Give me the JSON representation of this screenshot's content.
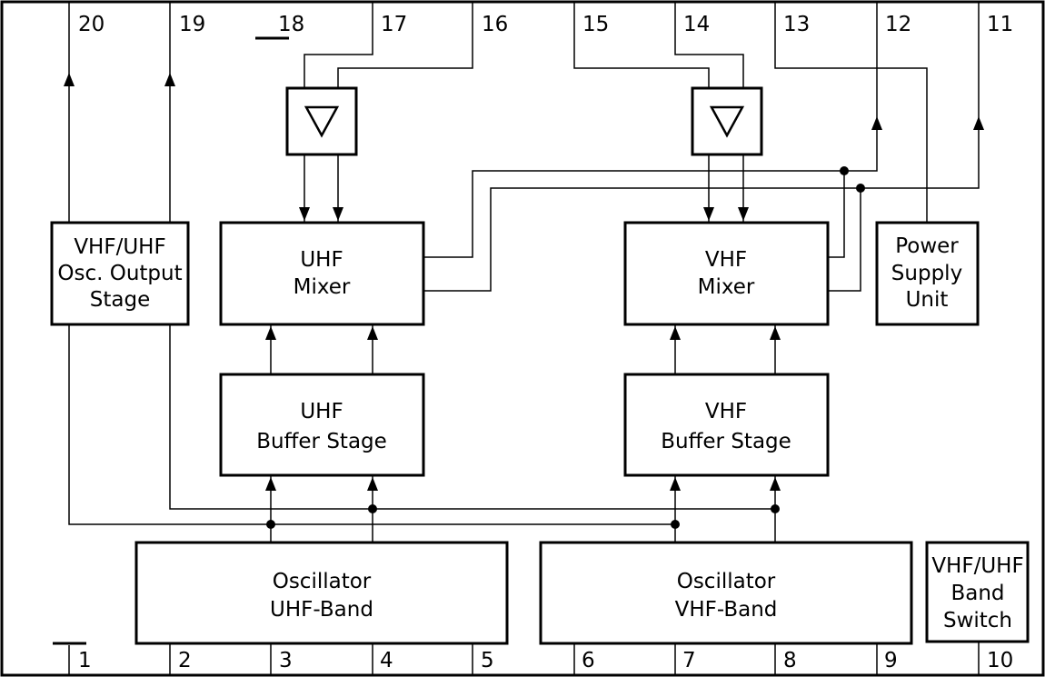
{
  "pins": {
    "p1": "1",
    "p2": "2",
    "p3": "3",
    "p4": "4",
    "p5": "5",
    "p6": "6",
    "p7": "7",
    "p8": "8",
    "p9": "9",
    "p10": "10",
    "p11": "11",
    "p12": "12",
    "p13": "13",
    "p14": "14",
    "p15": "15",
    "p16": "16",
    "p17": "17",
    "p18": "18",
    "p19": "19",
    "p20": "20"
  },
  "blocks": {
    "osc_output": [
      "VHF/UHF",
      "Osc. Output",
      "Stage"
    ],
    "uhf_mixer": [
      "UHF",
      "Mixer"
    ],
    "vhf_mixer": [
      "VHF",
      "Mixer"
    ],
    "power_supply": [
      "Power",
      "Supply",
      "Unit"
    ],
    "uhf_buffer": [
      "UHF",
      "Buffer Stage"
    ],
    "vhf_buffer": [
      "VHF",
      "Buffer Stage"
    ],
    "osc_uhf": [
      "Oscillator",
      "UHF-Band"
    ],
    "osc_vhf": [
      "Oscillator",
      "VHF-Band"
    ],
    "band_switch": [
      "VHF/UHF",
      "Band",
      "Switch"
    ]
  }
}
